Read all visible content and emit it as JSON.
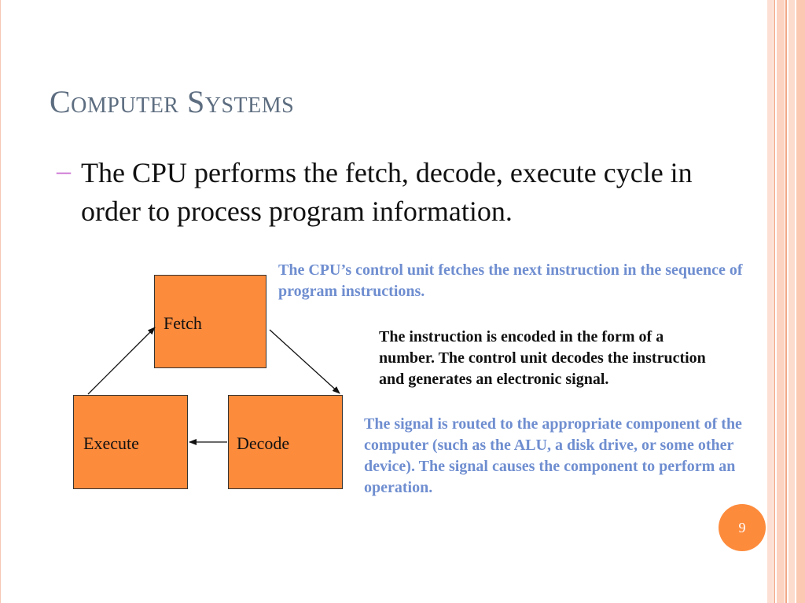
{
  "slide": {
    "title": "Computer Systems",
    "bullet_marker": "–",
    "bullet_text": "The CPU performs the fetch, decode, execute cycle in order to process program information.",
    "notes": {
      "fetch": "The CPU’s control unit fetches the next instruction in the sequence of program instructions.",
      "decode": "The instruction is encoded in the form of a number. The control unit decodes the instruction and generates an electronic signal.",
      "signal": "The signal is routed to the appropriate component of the computer (such as the ALU, a disk drive, or some other device). The signal causes the component to perform an operation."
    },
    "diagram": {
      "fetch_label": "Fetch",
      "decode_label": "Decode",
      "execute_label": "Execute"
    },
    "page_number": "9"
  },
  "colors": {
    "box_fill": "#fd8b3c",
    "title": "#5d6d80",
    "note_blue": "#6f8ed0",
    "accent_dash": "#c86ad0"
  }
}
